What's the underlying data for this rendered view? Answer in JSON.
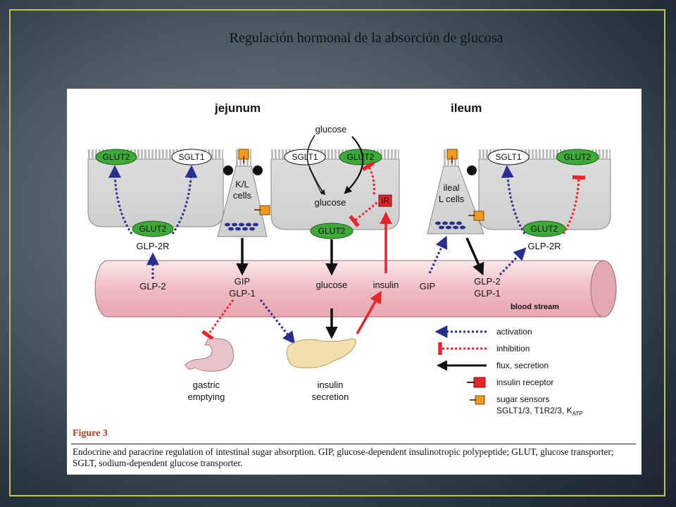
{
  "slide": {
    "title": "Regulación hormonal de la absorción de glucosa"
  },
  "diagram": {
    "sections": {
      "jejunum": "jejunum",
      "ileum": "ileum"
    },
    "transporters": {
      "glut2": "GLUT2",
      "sglt1": "SGLT1",
      "ir": "IR"
    },
    "cells": {
      "kl_line1": "K/L",
      "kl_line2": "cells",
      "ileal_line1": "ileal",
      "ileal_line2": "L cells"
    },
    "labels": {
      "glucose_top": "glucose",
      "glucose_mid": "glucose",
      "glp2r_left": "GLP-2R",
      "glp2r_right": "GLP-2R",
      "glp2_left": "GLP-2",
      "gip_left": "GIP",
      "glp1_left": "GLP-1",
      "glucose_blood": "glucose",
      "insulin": "insulin",
      "gip_right": "GIP",
      "glp2_right": "GLP-2",
      "glp1_right": "GLP-1",
      "blood_stream": "blood stream",
      "gastric_line1": "gastric",
      "gastric_line2": "emptying",
      "insulin_sec_line1": "insulin",
      "insulin_sec_line2": "secretion"
    },
    "legend": {
      "activation": "activation",
      "inhibition": "inhibition",
      "flux": "flux, secretion",
      "insulin_receptor": "insulin receptor",
      "sugar_sensors": "sugar sensors",
      "sensors_list": "SGLT1/3, T1R2/3, K",
      "sensors_sub": "ATP"
    },
    "colors": {
      "activation": "#2a2f8f",
      "inhibition": "#e8262a",
      "flux": "#111111",
      "transporter_green": "#3daa3a",
      "sensor_orange": "#f29a1e",
      "vessel": "#f2c7cc"
    }
  },
  "figure": {
    "label": "Figure 3",
    "caption": "Endocrine and paracrine regulation of intestinal sugar absorption. GIP, glucose-dependent insulinotropic polypeptide; GLUT, glucose transporter; SGLT, sodium-dependent glucose transporter."
  }
}
